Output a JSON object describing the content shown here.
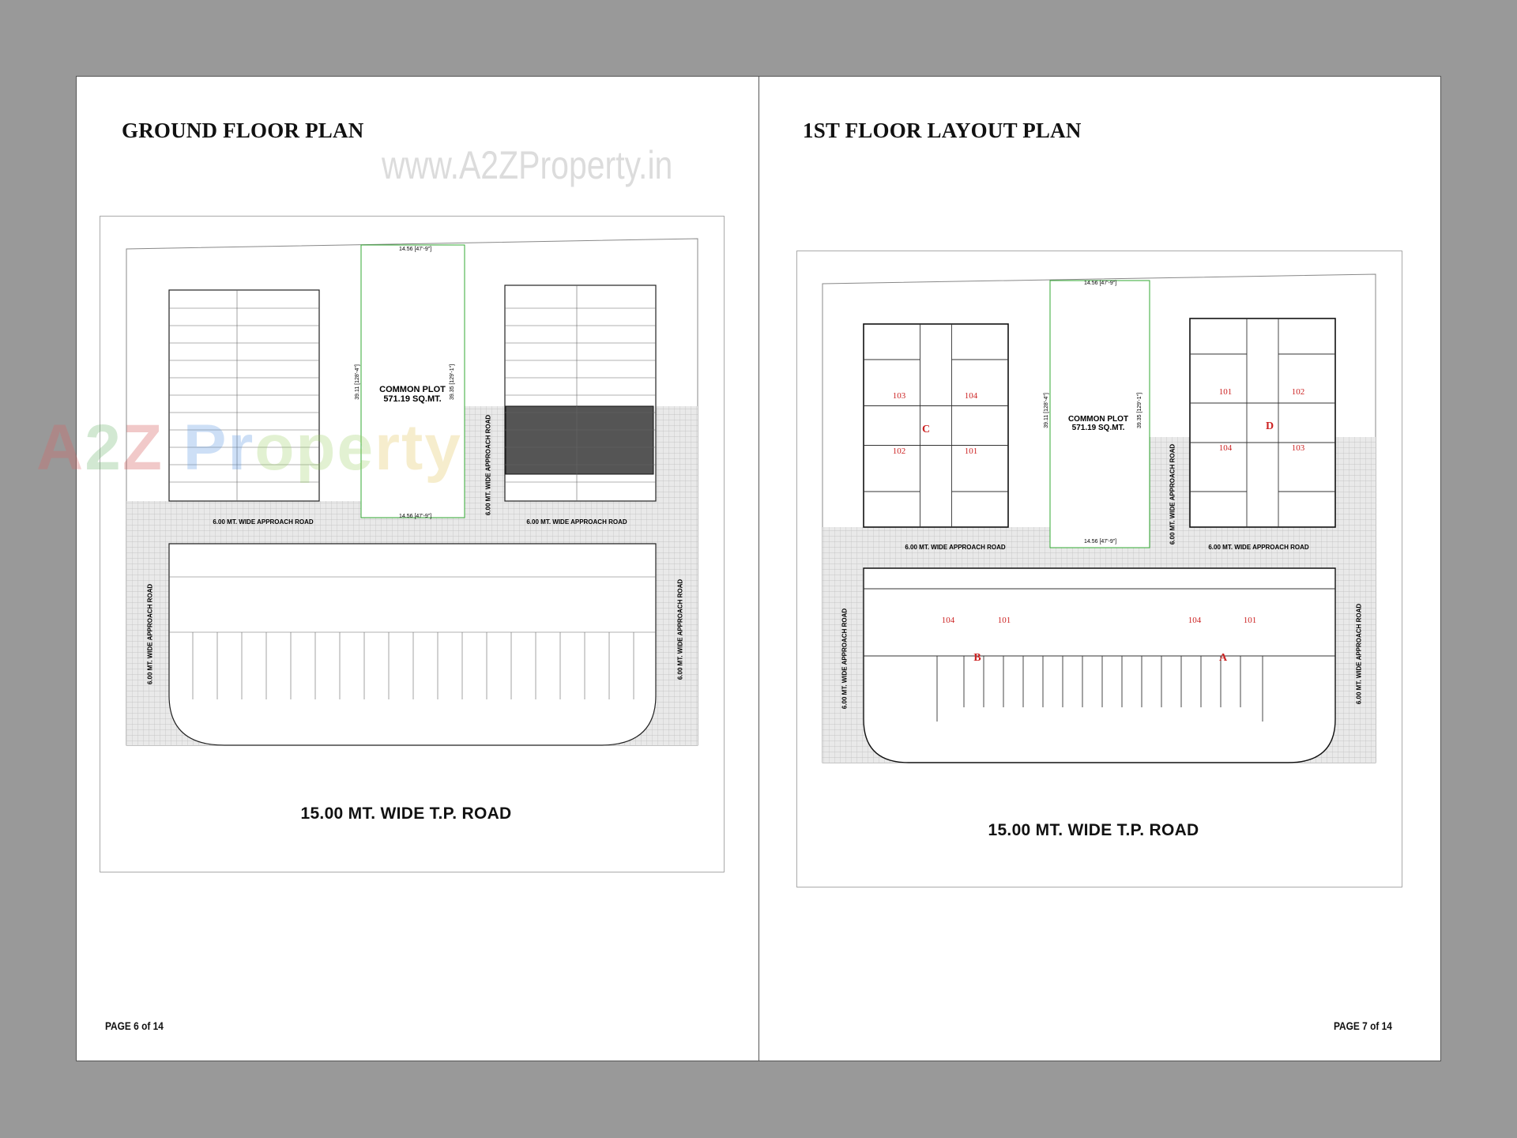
{
  "pages": [
    {
      "title": "GROUND FLOOR PLAN",
      "page_number": "PAGE 6 of 14",
      "road_label": "15.00 MT. WIDE T.P. ROAD",
      "common_plot": {
        "line1": "COMMON PLOT",
        "line2": "571.19 SQ.MT."
      },
      "dim_width": "14.56  [47'-9\"]",
      "dim_left": "39.11  [128'-4\"]",
      "dim_right": "39.35  [129'-1\"]",
      "approach_road": "6.00 MT. WIDE APPROACH ROAD"
    },
    {
      "title": "1ST FLOOR LAYOUT PLAN",
      "page_number": "PAGE 7 of 14",
      "road_label": "15.00 MT. WIDE T.P. ROAD",
      "common_plot": {
        "line1": "COMMON PLOT",
        "line2": "571.19 SQ.MT."
      },
      "dim_width": "14.56  [47'-9\"]",
      "dim_left": "39.11  [128'-4\"]",
      "dim_right": "39.35  [129'-1\"]",
      "approach_road": "6.00 MT. WIDE APPROACH ROAD",
      "blocks": {
        "C": {
          "name": "C",
          "units": [
            "103",
            "104",
            "102",
            "101"
          ]
        },
        "D": {
          "name": "D",
          "units": [
            "101",
            "102",
            "104",
            "103"
          ]
        },
        "B": {
          "name": "B",
          "units": [
            "104",
            "101"
          ]
        },
        "A": {
          "name": "A",
          "units": [
            "104",
            "101"
          ]
        }
      }
    }
  ],
  "watermark": {
    "url": "www.A2ZProperty.in",
    "logo": "A2Z Property"
  },
  "colors": {
    "unit_label": "#cc2222",
    "boundary_green": "#33aa33",
    "road_hatch": "#e6e6e6"
  }
}
